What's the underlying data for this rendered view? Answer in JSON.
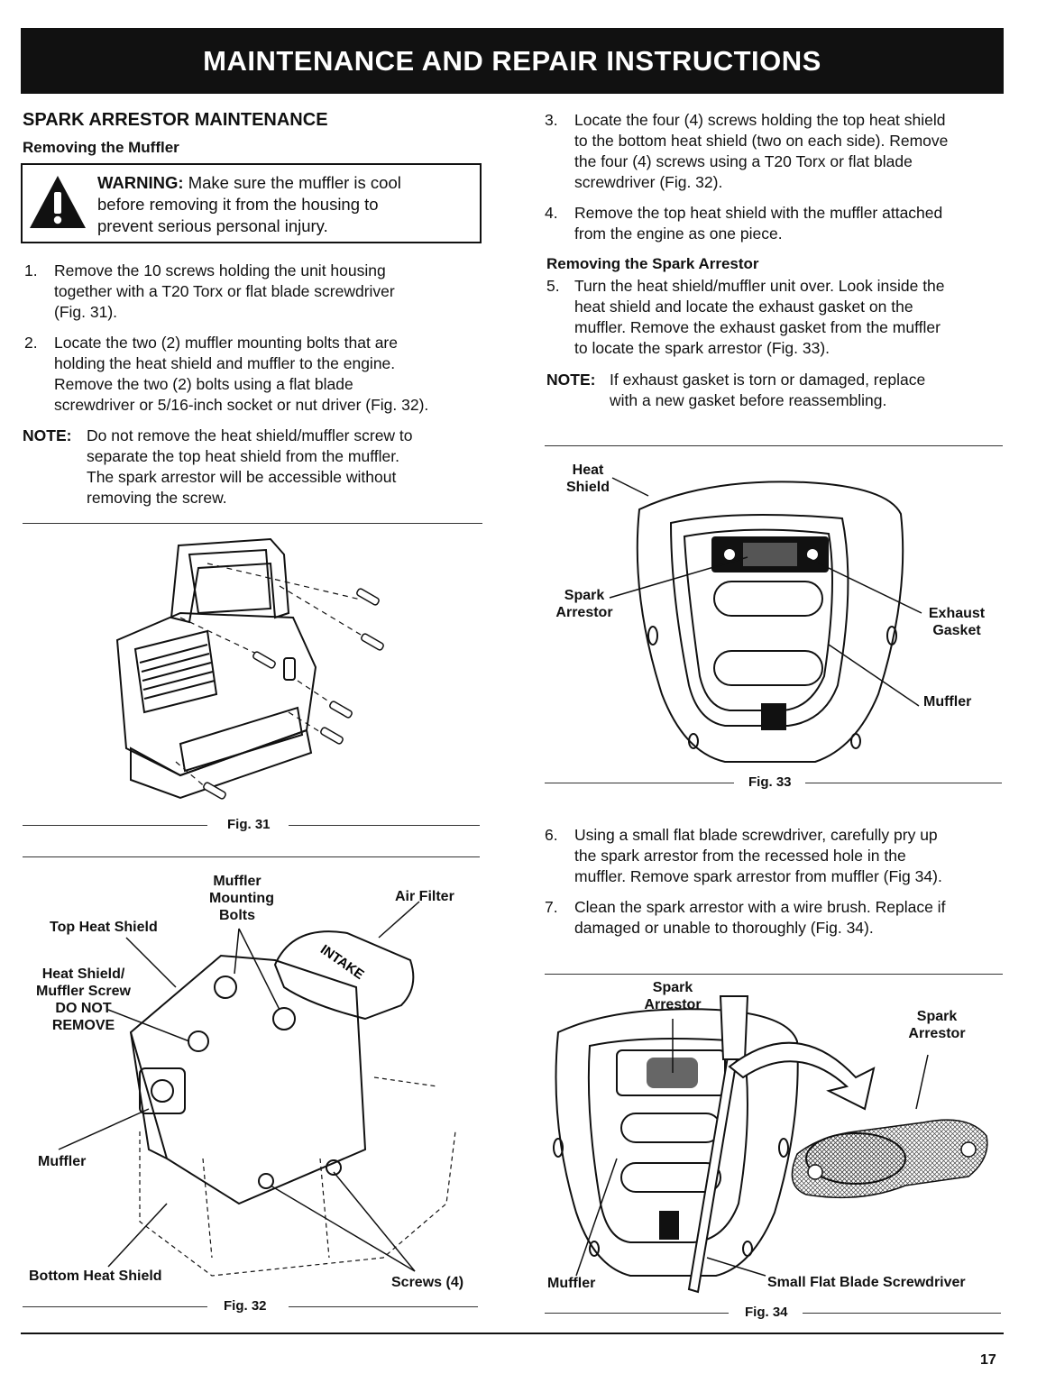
{
  "header": {
    "title": "MAINTENANCE AND REPAIR INSTRUCTIONS"
  },
  "left": {
    "section_title": "SPARK ARRESTOR MAINTENANCE",
    "subheading": "Removing the Muffler",
    "warning": {
      "label": "WARNING:",
      "text_1": "Make sure the muffler is cool",
      "text_2": "before removing it from the housing to",
      "text_3": "prevent serious personal injury."
    },
    "steps": [
      {
        "num": "1.",
        "lines": [
          "Remove the 10 screws holding the unit housing",
          "together with a T20 Torx or flat blade screwdriver",
          "(Fig. 31)."
        ]
      },
      {
        "num": "2.",
        "lines": [
          "Locate the two (2) muffler mounting bolts that are",
          "holding the heat shield and muffler to the engine.",
          "Remove the two (2) bolts using a flat blade",
          "screwdriver or 5/16-inch socket or nut driver (Fig. 32)."
        ]
      }
    ],
    "note": {
      "label": "NOTE:",
      "lines": [
        "Do not remove the heat shield/muffler screw to",
        "separate the top heat shield from the muffler.",
        "The spark arrestor will be accessible without",
        "removing the screw."
      ]
    }
  },
  "right": {
    "steps_a": [
      {
        "num": "3.",
        "lines": [
          "Locate the four (4) screws holding the top heat shield",
          "to the bottom heat shield (two on each side). Remove",
          "the four (4) screws using a T20 Torx or flat blade",
          "screwdriver (Fig. 32)."
        ]
      },
      {
        "num": "4.",
        "lines": [
          "Remove the top heat shield with the muffler attached",
          "from the engine as one piece."
        ]
      }
    ],
    "subheading": "Removing the Spark Arrestor",
    "step_5": {
      "num": "5.",
      "lines": [
        "Turn the heat shield/muffler unit over. Look inside the",
        "heat shield and locate the exhaust gasket on the",
        "muffler. Remove the exhaust gasket from the muffler",
        "to locate the spark arrestor (Fig. 33)."
      ]
    },
    "note": {
      "label": "NOTE:",
      "lines": [
        "If exhaust gasket is torn or damaged, replace",
        "with a new gasket before reassembling."
      ]
    },
    "steps_b": [
      {
        "num": "6.",
        "lines": [
          "Using a small flat blade screwdriver, carefully pry up",
          "the spark arrestor from the recessed hole in the",
          "muffler. Remove spark arrestor from muffler (Fig 34)."
        ]
      },
      {
        "num": "7.",
        "lines": [
          "Clean the spark arrestor with a wire brush. Replace if",
          "damaged or unable to thoroughly (Fig. 34)."
        ]
      }
    ]
  },
  "fig31": {
    "caption": "Fig. 31"
  },
  "fig32": {
    "caption": "Fig. 32",
    "labels": {
      "muffler_bolts_1": "Muffler",
      "muffler_bolts_2": "Mounting",
      "muffler_bolts_3": "Bolts",
      "air_filter": "Air Filter",
      "top_heat_shield": "Top Heat Shield",
      "hs_screw_1": "Heat Shield/",
      "hs_screw_2": "Muffler Screw",
      "hs_screw_3": "DO NOT",
      "hs_screw_4": "REMOVE",
      "muffler": "Muffler",
      "bottom_heat_shield": "Bottom Heat Shield",
      "screws": "Screws (4)",
      "intake": "INTAKE"
    }
  },
  "fig33": {
    "caption": "Fig. 33",
    "labels": {
      "heat_1": "Heat",
      "heat_2": "Shield",
      "spark_1": "Spark",
      "spark_2": "Arrestor",
      "exhaust_1": "Exhaust",
      "exhaust_2": "Gasket",
      "muffler": "Muffler"
    }
  },
  "fig34": {
    "caption": "Fig. 34",
    "labels": {
      "spark_a_1": "Spark",
      "spark_a_2": "Arrestor",
      "spark_b_1": "Spark",
      "spark_b_2": "Arrestor",
      "muffler": "Muffler",
      "screwdriver": "Small Flat Blade Screwdriver"
    }
  },
  "footer": {
    "page_number": "17"
  }
}
